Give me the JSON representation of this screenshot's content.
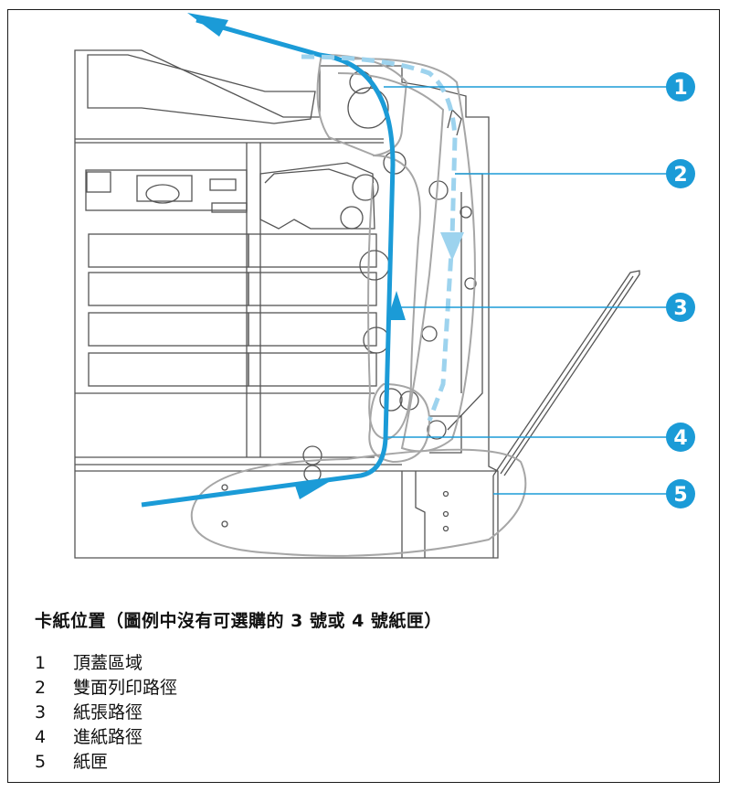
{
  "caption": "卡紙位置（圖例中沒有可選購的 3 號或 4 號紙匣）",
  "callouts": [
    {
      "number": "1",
      "label": "頂蓋區域"
    },
    {
      "number": "2",
      "label": "雙面列印路徑"
    },
    {
      "number": "3",
      "label": "紙張路徑"
    },
    {
      "number": "4",
      "label": "進紙路徑"
    },
    {
      "number": "5",
      "label": "紙匣"
    }
  ],
  "colors": {
    "accent": "#1b9bd7",
    "accent_light": "#9dd3ee",
    "outline": "#555555",
    "highlight": "#a6a6a6"
  }
}
